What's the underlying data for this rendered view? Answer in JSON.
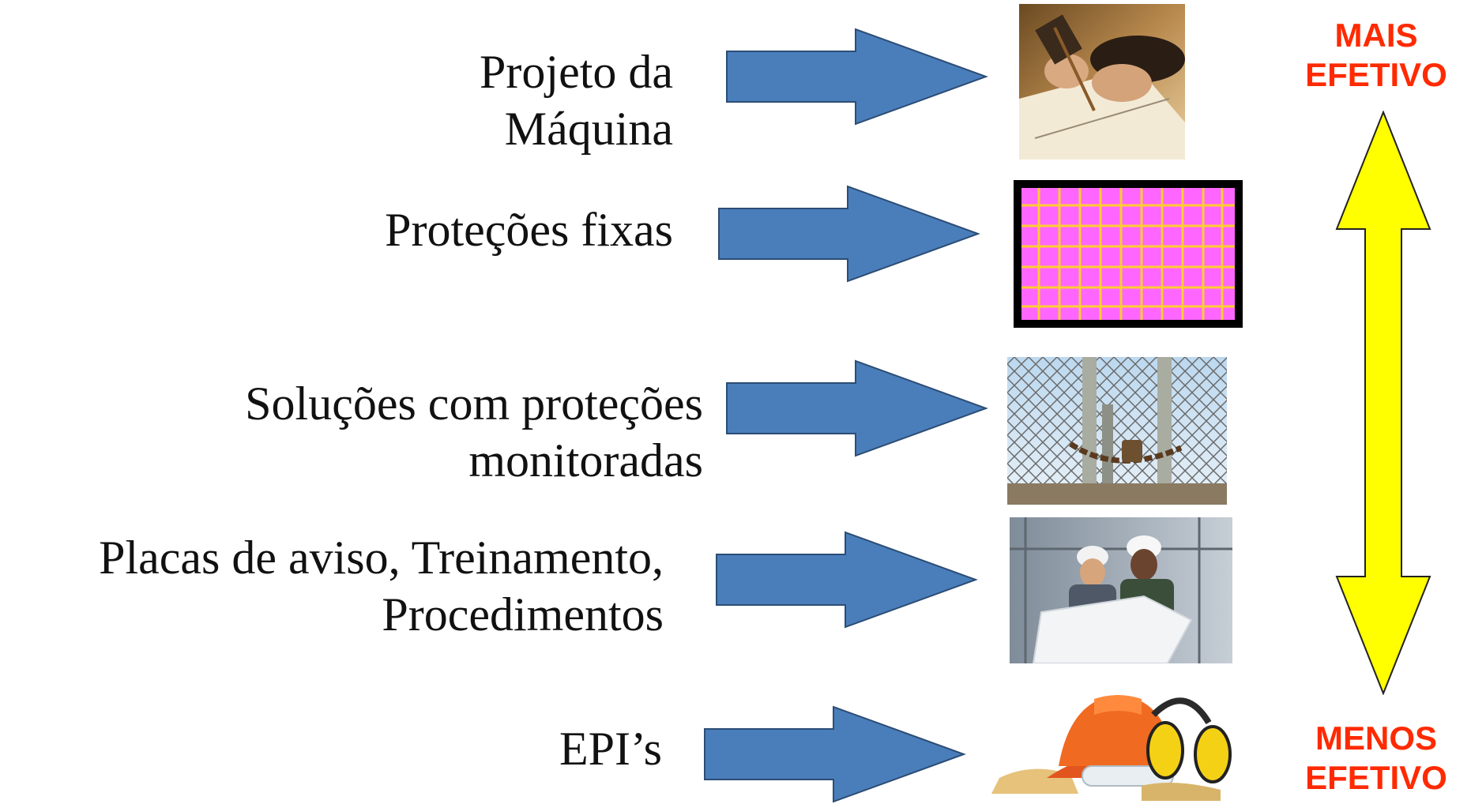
{
  "levels": [
    {
      "lines": [
        "Projeto da",
        "Máquina"
      ],
      "icon": "drafting-hands-photo"
    },
    {
      "lines": [
        "Proteções fixas"
      ],
      "icon": "fixed-guard-grid-icon"
    },
    {
      "lines": [
        "Soluções com proteções",
        "monitoradas"
      ],
      "icon": "locked-fence-gate-photo"
    },
    {
      "lines": [
        "Placas de aviso, Treinamento,",
        "Procedimentos"
      ],
      "icon": "workers-with-blueprint-photo"
    },
    {
      "lines": [
        "EPI’s"
      ],
      "icon": "helmet-earmuffs-gloves-photo"
    }
  ],
  "effectiveness": {
    "top": [
      "MAIS",
      "EFETIVO"
    ],
    "bottom": [
      "MENOS",
      "EFETIVO"
    ]
  },
  "colors": {
    "arrow_fill": "#4a7ebb",
    "arrow_stroke": "#2c4d75",
    "scale_arrow": "#ffff00",
    "effect_text": "#ff2a00",
    "grid_fill": "#ff66ff",
    "grid_lines": "#ffcc33"
  }
}
